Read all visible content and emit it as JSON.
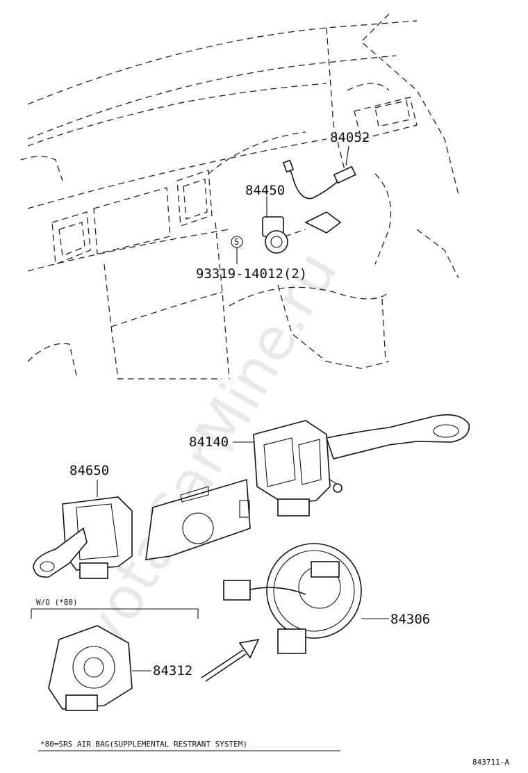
{
  "watermark": "ToyotaCarMine.ru",
  "parts": {
    "p84052": "84052",
    "p84450": "84450",
    "p93319": "93319-14012(2)",
    "screw_symbol": "S",
    "p84140": "84140",
    "p84650": "84650",
    "p84306": "84306",
    "p84312": "84312"
  },
  "variant_label": "W/O (*80)",
  "footnote": "*80=SRS AIR BAG(SUPPLEMENTAL RESTRANT SYSTEM)",
  "diagram_id": "843711-A"
}
